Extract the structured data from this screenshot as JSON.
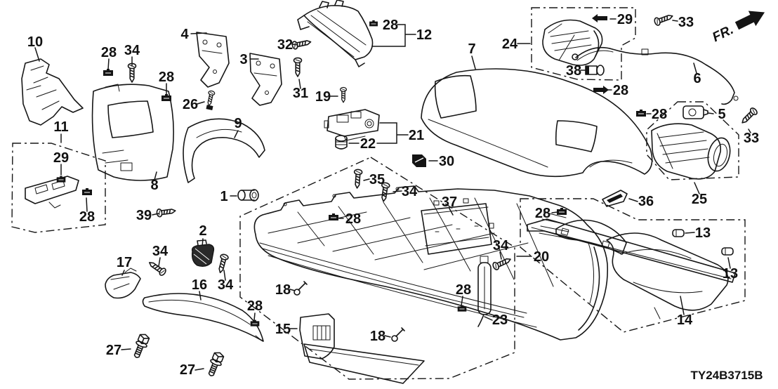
{
  "diagram": {
    "code": "TY24B3715B",
    "fr_label": "FR.",
    "colors": {
      "background": "#ffffff",
      "line": "#161616"
    },
    "callouts": [
      {
        "text": "10"
      },
      {
        "text": "28"
      },
      {
        "text": "34"
      },
      {
        "text": "4"
      },
      {
        "text": "3"
      },
      {
        "text": "28"
      },
      {
        "text": "26"
      },
      {
        "text": "32"
      },
      {
        "text": "28"
      },
      {
        "text": "12"
      },
      {
        "text": "31"
      },
      {
        "text": "19"
      },
      {
        "text": "7"
      },
      {
        "text": "24"
      },
      {
        "text": "29"
      },
      {
        "text": "33"
      },
      {
        "text": "38"
      },
      {
        "text": "6"
      },
      {
        "text": "28"
      },
      {
        "text": "28"
      },
      {
        "text": "5"
      },
      {
        "text": "33"
      },
      {
        "text": "11"
      },
      {
        "text": "29"
      },
      {
        "text": "9"
      },
      {
        "text": "8"
      },
      {
        "text": "21"
      },
      {
        "text": "22"
      },
      {
        "text": "30"
      },
      {
        "text": "35"
      },
      {
        "text": "34"
      },
      {
        "text": "37"
      },
      {
        "text": "25"
      },
      {
        "text": "36"
      },
      {
        "text": "28"
      },
      {
        "text": "39"
      },
      {
        "text": "28"
      },
      {
        "text": "28"
      },
      {
        "text": "1"
      },
      {
        "text": "13"
      },
      {
        "text": "2"
      },
      {
        "text": "34"
      },
      {
        "text": "34"
      },
      {
        "text": "20"
      },
      {
        "text": "17"
      },
      {
        "text": "13"
      },
      {
        "text": "16"
      },
      {
        "text": "34"
      },
      {
        "text": "18"
      },
      {
        "text": "28"
      },
      {
        "text": "28"
      },
      {
        "text": "23"
      },
      {
        "text": "14"
      },
      {
        "text": "15"
      },
      {
        "text": "18"
      },
      {
        "text": "27"
      },
      {
        "text": "27"
      }
    ]
  }
}
